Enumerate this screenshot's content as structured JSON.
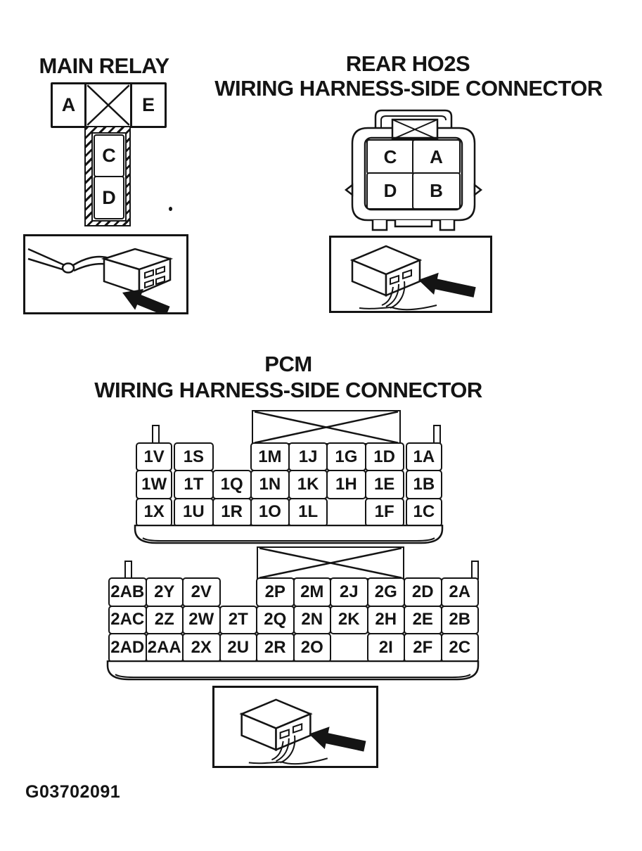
{
  "main_relay": {
    "title": "MAIN RELAY",
    "pins_top": [
      "A",
      "E"
    ],
    "pins_stem": [
      "C",
      "D"
    ]
  },
  "rear_ho2s": {
    "title_line1": "REAR HO2S",
    "title_line2": "WIRING HARNESS-SIDE CONNECTOR",
    "pins": [
      "C",
      "A",
      "D",
      "B"
    ]
  },
  "pcm": {
    "title_line1": "PCM",
    "title_line2": "WIRING HARNESS-SIDE CONNECTOR",
    "connector1": {
      "rows": [
        [
          "1V",
          "1S",
          "",
          "1M",
          "1J",
          "1G",
          "1D",
          "1A"
        ],
        [
          "1W",
          "1T",
          "1Q",
          "1N",
          "1K",
          "1H",
          "1E",
          "1B"
        ],
        [
          "1X",
          "1U",
          "1R",
          "1O",
          "1L",
          "",
          "1F",
          "1C"
        ]
      ]
    },
    "connector2": {
      "rows": [
        [
          "2AB",
          "2Y",
          "2V",
          "",
          "2P",
          "2M",
          "2J",
          "2G",
          "2D",
          "2A"
        ],
        [
          "2AC",
          "2Z",
          "2W",
          "2T",
          "2Q",
          "2N",
          "2K",
          "2H",
          "2E",
          "2B"
        ],
        [
          "2AD",
          "2AA",
          "2X",
          "2U",
          "2R",
          "2O",
          "",
          "2I",
          "2F",
          "2C"
        ]
      ]
    }
  },
  "footer": {
    "figure_id": "G03702091"
  },
  "colors": {
    "ink": "#141414",
    "paper": "#ffffff"
  }
}
